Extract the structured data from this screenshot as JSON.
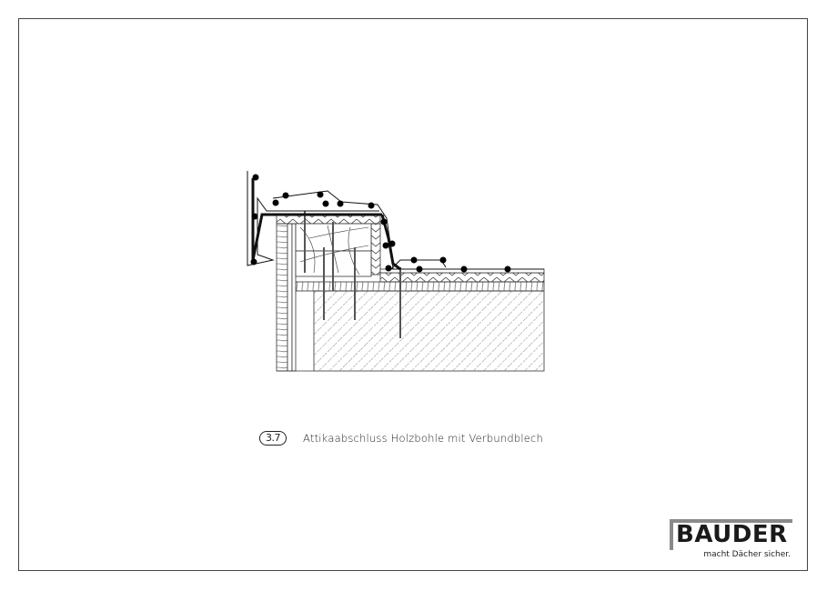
{
  "sheet": {
    "border_color": "#444444"
  },
  "caption": {
    "number": "3.7",
    "title": "Attikaabschluss Holzbohle mit Verbundblech"
  },
  "logo": {
    "brand": "BAUDER",
    "tagline": "macht Dächer sicher."
  },
  "drawing": {
    "type": "construction-section-detail",
    "description": "Parapet termination with timber plank and composite sheet metal"
  }
}
